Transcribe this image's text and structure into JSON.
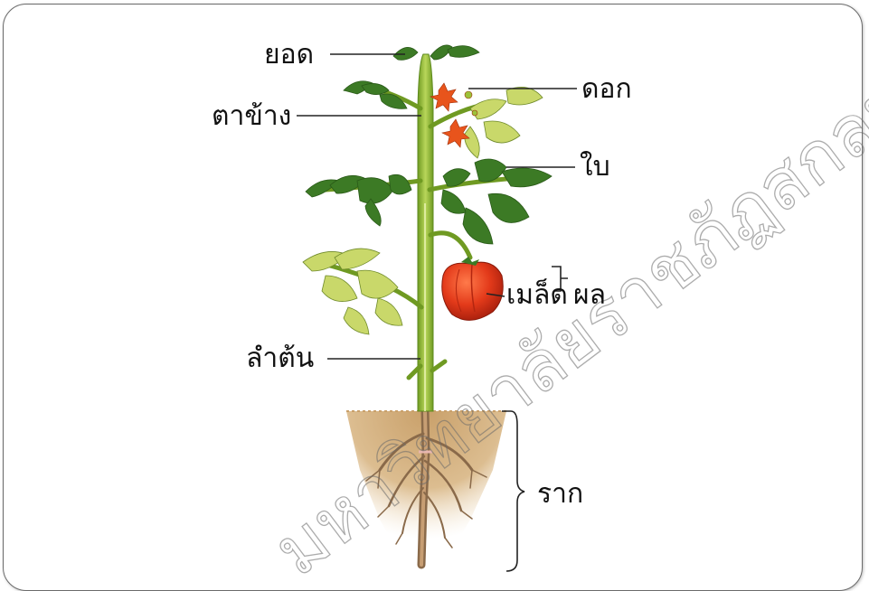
{
  "labels": {
    "shoot_tip": "ยอด",
    "axillary_bud": "ตาข้าง",
    "flower": "ดอก",
    "leaf": "ใบ",
    "seed": "เมล็ด",
    "fruit": "ผล",
    "stem": "ลำต้น",
    "root": "ราก"
  },
  "watermark": "มหาวิทยาลัยราชภัฏสกลนคร",
  "colors": {
    "stem": "#9cc23a",
    "leaf_dark": "#3c7a25",
    "leaf_light": "#c9d86a",
    "fruit": "#e23b1c",
    "soil": "#d9b98a",
    "root": "#8a6a4a",
    "line": "#222222"
  }
}
